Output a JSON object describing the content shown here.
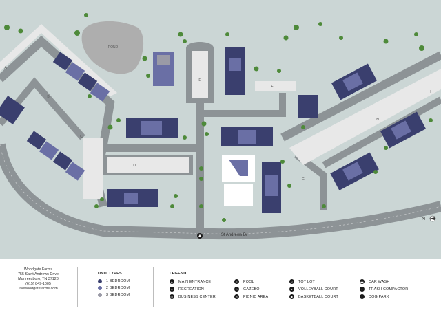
{
  "property": {
    "name": "Woodgate Farms",
    "address_line1": "755 Saint Andrews Drive",
    "address_line2": "Murfreesboro, TN 37128",
    "phone": "(615) 849-1005",
    "website": "livewoodgatefarms.com"
  },
  "map": {
    "street_label": "St Andrews Dr",
    "pond_label": "POND",
    "north_label": "N",
    "building_letters": [
      "A",
      "B",
      "C",
      "D",
      "E",
      "F",
      "G",
      "H",
      "I"
    ]
  },
  "unit_types": {
    "title": "UNIT TYPES",
    "items": [
      {
        "label": "1 BEDROOM",
        "color": "#3a3f6e"
      },
      {
        "label": "2 BEDROOM",
        "color": "#6a6fa5"
      },
      {
        "label": "3 BEDROOM",
        "color": "#9a9aa6"
      }
    ]
  },
  "legend": {
    "title": "LEGEND",
    "items": [
      {
        "label": "MAIN ENTRANCE",
        "icon": "triangle-icon"
      },
      {
        "label": "RECREATION",
        "icon": "recreation-icon"
      },
      {
        "label": "BUSINESS CENTER",
        "icon": "computer-icon"
      },
      {
        "label": "POOL",
        "icon": "pool-icon"
      },
      {
        "label": "GAZEBO",
        "icon": "gazebo-icon"
      },
      {
        "label": "PICNIC AREA",
        "icon": "picnic-icon"
      },
      {
        "label": "TOT LOT",
        "icon": "playground-icon"
      },
      {
        "label": "VOLLEYBALL COURT",
        "icon": "volleyball-icon"
      },
      {
        "label": "BASKETBALL COURT",
        "icon": "basketball-icon"
      },
      {
        "label": "CAR WASH",
        "icon": "car-icon"
      },
      {
        "label": "TRASH COMPACTOR",
        "icon": "trash-icon"
      },
      {
        "label": "DOG PARK",
        "icon": "paw-icon"
      }
    ]
  },
  "colors": {
    "ground": "#cbd6d5",
    "road": "#8d9396",
    "parking": "#e8e8e8",
    "building_dark": "#3a3f6e",
    "building_mid": "#6a6fa5",
    "building_light": "#9a9aa6",
    "pond": "#aeaeae",
    "tree": "#4e8a3a"
  }
}
